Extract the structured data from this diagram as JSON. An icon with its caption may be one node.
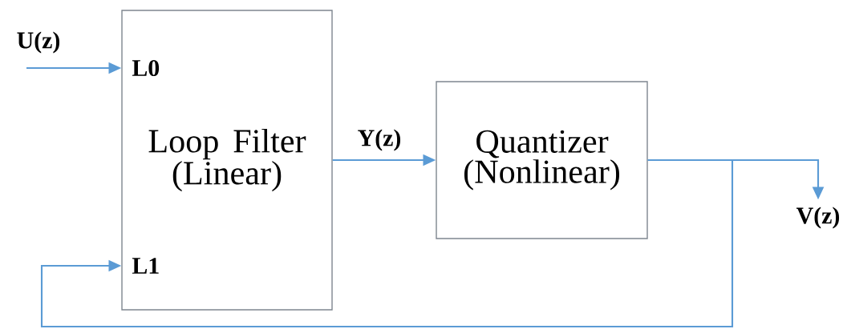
{
  "diagram": {
    "nodes": [
      {
        "text": [
          "L0",
          "Loop Filter (Linear)",
          "L1"
        ]
      },
      {
        "text": [
          "Quantizer (Nonlinear)"
        ]
      },
      {
        "text": [
          "V(z)"
        ]
      }
    ],
    "edges": [
      {
        "from": null,
        "to": 0,
        "arrow": "to",
        "label": "U(z)"
      },
      {
        "from": 0,
        "to": 1,
        "arrow": "to",
        "label": "Y(z)"
      },
      {
        "from": 1,
        "to": 2,
        "arrow": "to"
      },
      {
        "from": 1,
        "to": 0,
        "arrow": "to"
      }
    ]
  }
}
